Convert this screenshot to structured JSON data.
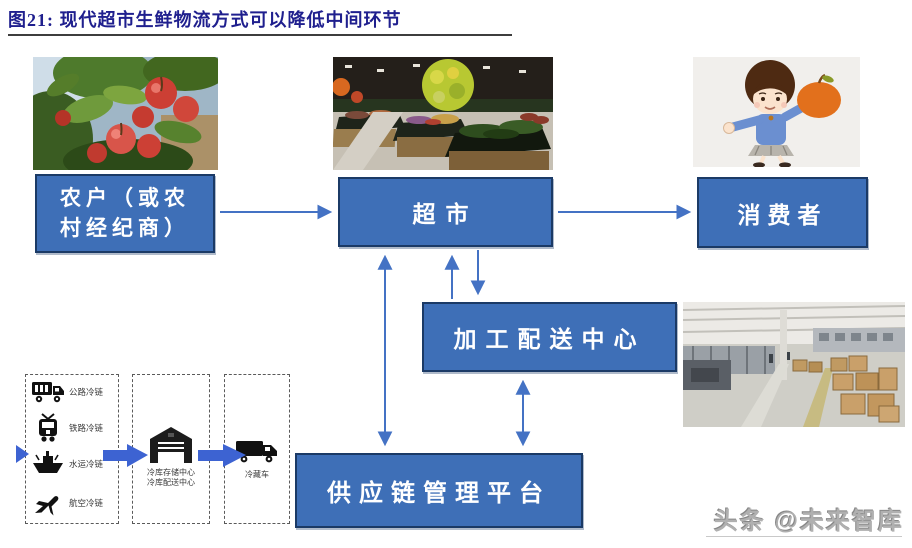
{
  "figure": {
    "title": "图21: 现代超市生鲜物流方式可以降低中间环节",
    "watermark": "头条 @未来智库"
  },
  "nodes": {
    "farmer": {
      "label": "农户（或农村经纪商）"
    },
    "supermarket": {
      "label": "超市"
    },
    "consumer": {
      "label": "消费者"
    },
    "processing_center": {
      "label": "加工配送中心"
    },
    "platform": {
      "label": "供应链管理平台"
    }
  },
  "cold_chain": {
    "modes": [
      {
        "icon": "road-truck-icon",
        "label": "公路冷链"
      },
      {
        "icon": "rail-train-icon",
        "label": "铁路冷链"
      },
      {
        "icon": "water-ship-icon",
        "label": "水运冷链"
      },
      {
        "icon": "air-plane-icon",
        "label": "航空冷链"
      }
    ],
    "hub": {
      "icon": "warehouse-icon",
      "line1": "冷库存储中心",
      "line2": "冷库配送中心"
    },
    "delivery": {
      "icon": "refrigerated-van-icon",
      "label": "冷藏车"
    }
  },
  "colors": {
    "node_fill": "#3E6FB7",
    "node_border": "#1B3A66",
    "flow_arrow": "#4472C4",
    "block_arrow": "#3D63D2",
    "title_text": "#1F1F8E"
  }
}
